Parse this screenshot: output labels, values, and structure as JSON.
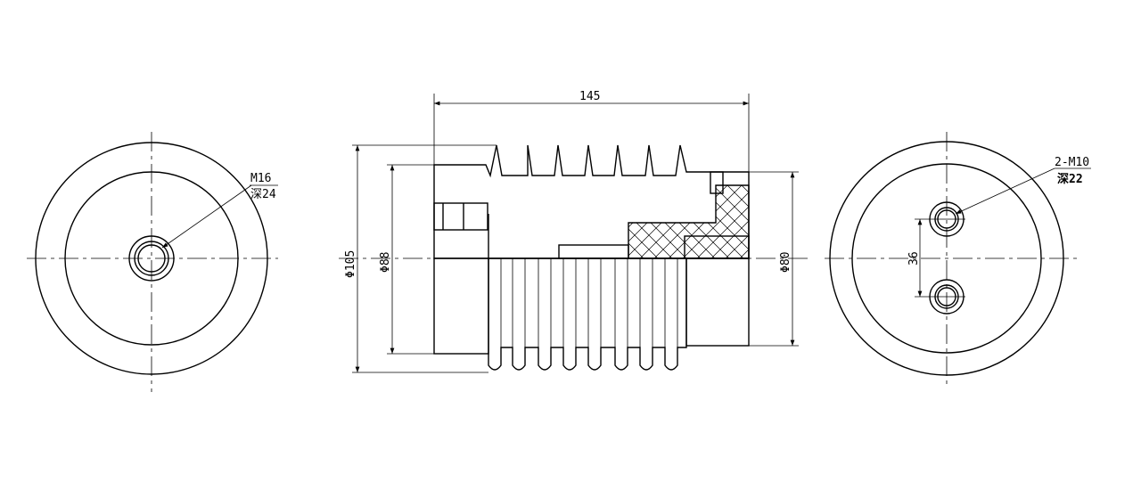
{
  "left_view": {
    "thread_label": "M16",
    "depth_label": "深24"
  },
  "section_view": {
    "length_label": "145",
    "dia_outer_label": "Φ105",
    "dia_mid_label": "Φ88",
    "dia_right_label": "Φ80"
  },
  "right_view": {
    "thread_label": "2-M10",
    "depth_label": "深22",
    "spacing_label": "36"
  },
  "colors": {
    "line": "#000000",
    "background": "#ffffff"
  }
}
